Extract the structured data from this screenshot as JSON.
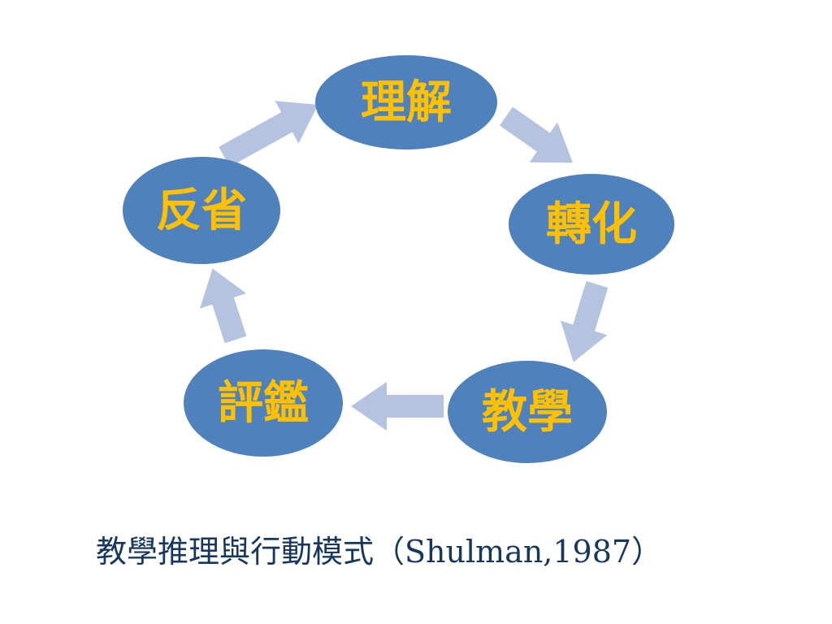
{
  "diagram": {
    "nodes": [
      {
        "id": "understanding",
        "label": "理解"
      },
      {
        "id": "transformation",
        "label": "轉化"
      },
      {
        "id": "instruction",
        "label": "教學"
      },
      {
        "id": "evaluation",
        "label": "評鑑"
      },
      {
        "id": "reflection",
        "label": "反省"
      }
    ],
    "edges": [
      {
        "from": "understanding",
        "to": "transformation"
      },
      {
        "from": "transformation",
        "to": "instruction"
      },
      {
        "from": "instruction",
        "to": "evaluation"
      },
      {
        "from": "evaluation",
        "to": "reflection"
      },
      {
        "from": "reflection",
        "to": "understanding"
      }
    ],
    "colors": {
      "node_fill": "#4f81bd",
      "node_text": "#ffc000",
      "arrow_fill": "#b4c3e0",
      "caption_text": "#17375e"
    }
  },
  "caption": "教學推理與行動模式（Shulman,1987）"
}
